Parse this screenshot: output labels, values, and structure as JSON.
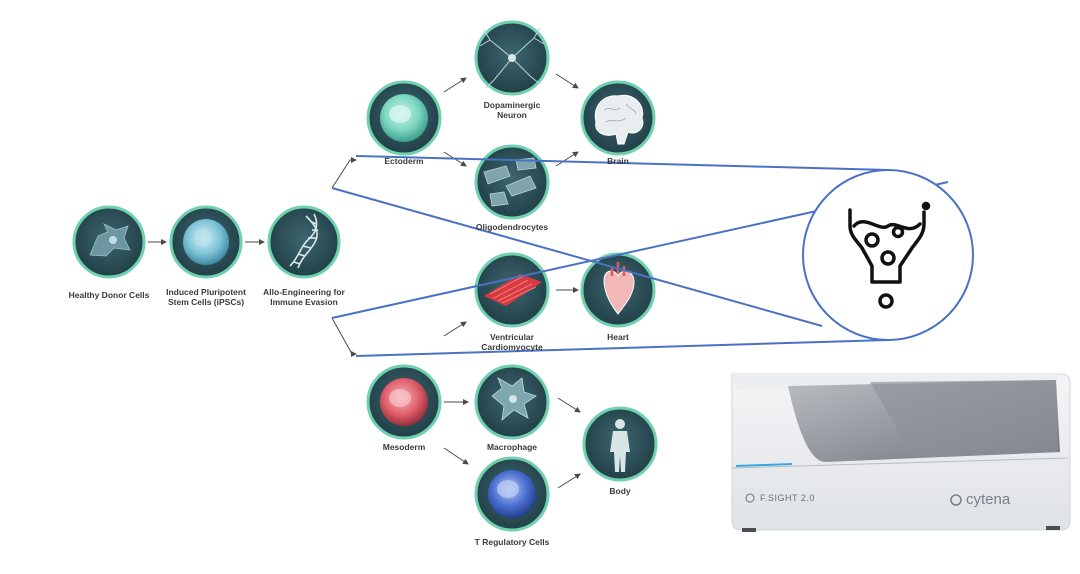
{
  "nodes": {
    "healthy_donor": {
      "label": "Healthy Donor Cells",
      "icon": "donor-cell-icon"
    },
    "ipsc": {
      "label": "Induced Pluripotent Stem Cells (iPSCs)",
      "line1": "Induced Pluripotent",
      "line2": "Stem Cells (iPSCs)",
      "icon": "stem-cell-icon"
    },
    "allo": {
      "label": "Allo-Engineering for Immune Evasion",
      "line1": "Allo-Engineering for",
      "line2": "Immune Evasion",
      "icon": "dna-icon"
    },
    "ectoderm": {
      "label": "Ectoderm",
      "icon": "ectoderm-cell-icon"
    },
    "dopaminergic": {
      "label": "Dopaminergic Neuron",
      "line1": "Dopaminergic",
      "line2": "Neuron",
      "icon": "neuron-icon"
    },
    "oligodendrocytes": {
      "label": "Oligodendrocytes",
      "icon": "oligodendrocyte-icon"
    },
    "brain": {
      "label": "Brain",
      "icon": "brain-icon"
    },
    "ventricular": {
      "label": "Ventricular Cardiomyocyte",
      "line1": "Ventricular",
      "line2": "Cardiomyocyte",
      "icon": "cardiomyocyte-icon"
    },
    "heart": {
      "label": "Heart",
      "icon": "heart-icon"
    },
    "mesoderm": {
      "label": "Mesoderm",
      "icon": "mesoderm-cell-icon"
    },
    "macrophage": {
      "label": "Macrophage",
      "icon": "macrophage-icon"
    },
    "treg": {
      "label": "T Regulatory Cells",
      "icon": "t-cell-icon"
    },
    "body": {
      "label": "Body",
      "icon": "body-icon"
    }
  },
  "zoom_icon": "cell-dispensing-funnel-icon",
  "machine": {
    "model": "F.SIGHT 2.0",
    "brand": "cytena",
    "image": "cytena-f-sight-instrument"
  },
  "colors": {
    "node_ring": "#6fd1ad",
    "node_fill": "#274a52",
    "zoom_line": "#4a72c4",
    "arrow": "#4a4a4a",
    "ectoderm_cell": "#7cd6c0",
    "ipsc_cell": "#7fc4d8",
    "mesoderm_cell": "#e0606c",
    "treg_cell": "#4a6fd0"
  }
}
